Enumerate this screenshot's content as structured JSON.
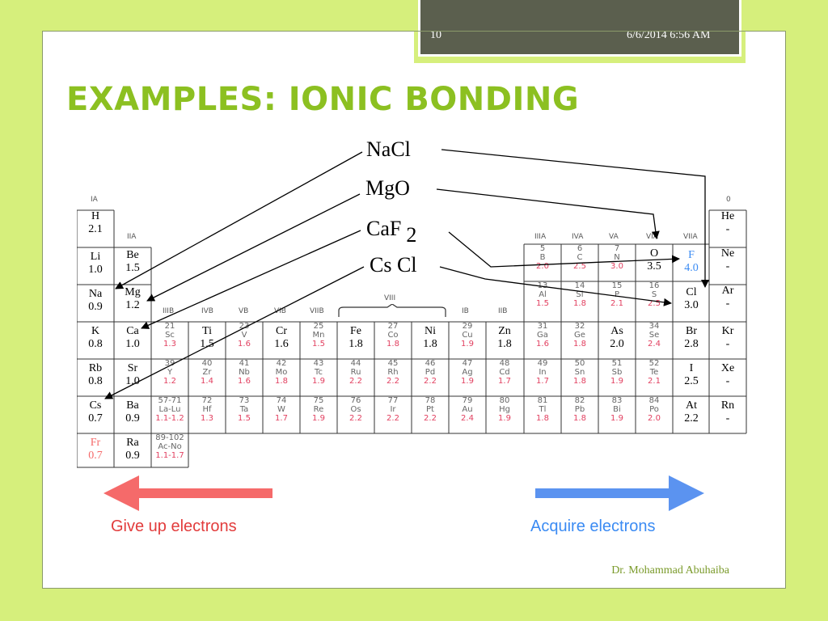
{
  "header": {
    "slide_number": "10",
    "datetime": "6/6/2014 6:56 AM"
  },
  "title": "EXAMPLES:  IONIC BONDING",
  "compounds": {
    "nacl": "NaCl",
    "mgo": "MgO",
    "caf": "CaF",
    "caf_sub": "2",
    "cscl": "Cs Cl"
  },
  "group_labels": {
    "ia": "IA",
    "iia": "IIA",
    "iiib": "IIIB",
    "ivb": "IVB",
    "vb": "VB",
    "vib": "VIB",
    "viib": "VIIB",
    "viii": "VIII",
    "ib": "IB",
    "iib": "IIB",
    "iiia": "IIIA",
    "iva": "IVA",
    "va": "VA",
    "via": "VIA",
    "viia": "VIIA",
    "zero": "0"
  },
  "elements": {
    "H": {
      "symbol": "H",
      "en": "2.1"
    },
    "Li": {
      "symbol": "Li",
      "en": "1.0"
    },
    "Be": {
      "symbol": "Be",
      "en": "1.5"
    },
    "Na": {
      "symbol": "Na",
      "en": "0.9"
    },
    "Mg": {
      "symbol": "Mg",
      "en": "1.2"
    },
    "K": {
      "symbol": "K",
      "en": "0.8"
    },
    "Ca": {
      "symbol": "Ca",
      "en": "1.0"
    },
    "Rb": {
      "symbol": "Rb",
      "en": "0.8"
    },
    "Sr": {
      "symbol": "Sr",
      "en": "1.0"
    },
    "Cs": {
      "symbol": "Cs",
      "en": "0.7"
    },
    "Ba": {
      "symbol": "Ba",
      "en": "0.9"
    },
    "Fr": {
      "symbol": "Fr",
      "en": "0.7"
    },
    "Ra": {
      "symbol": "Ra",
      "en": "0.9"
    },
    "Ti": {
      "symbol": "Ti",
      "en": "1.5"
    },
    "Cr": {
      "symbol": "Cr",
      "en": "1.6"
    },
    "Fe": {
      "symbol": "Fe",
      "en": "1.8"
    },
    "Ni": {
      "symbol": "Ni",
      "en": "1.8"
    },
    "Zn": {
      "symbol": "Zn",
      "en": "1.8"
    },
    "As": {
      "symbol": "As",
      "en": "2.0"
    },
    "O": {
      "symbol": "O",
      "en": "3.5"
    },
    "F": {
      "symbol": "F",
      "en": "4.0"
    },
    "Cl": {
      "symbol": "Cl",
      "en": "3.0"
    },
    "Br": {
      "symbol": "Br",
      "en": "2.8"
    },
    "I": {
      "symbol": "I",
      "en": "2.5"
    },
    "At": {
      "symbol": "At",
      "en": "2.2"
    },
    "He": {
      "symbol": "He",
      "en": "-"
    },
    "Ne": {
      "symbol": "Ne",
      "en": "-"
    },
    "Ar": {
      "symbol": "Ar",
      "en": "-"
    },
    "Kr": {
      "symbol": "Kr",
      "en": "-"
    },
    "Xe": {
      "symbol": "Xe",
      "en": "-"
    },
    "Rn": {
      "symbol": "Rn",
      "en": "-"
    }
  },
  "faint_cells": {
    "B": {
      "num": "5",
      "sym": "B",
      "en": "2.0"
    },
    "C": {
      "num": "6",
      "sym": "C",
      "en": "2.5"
    },
    "N": {
      "num": "7",
      "sym": "N",
      "en": "3.0"
    },
    "Al": {
      "num": "13",
      "sym": "Al",
      "en": "1.5"
    },
    "Si": {
      "num": "14",
      "sym": "Si",
      "en": "1.8"
    },
    "P": {
      "num": "15",
      "sym": "P",
      "en": "2.1"
    },
    "S": {
      "num": "16",
      "sym": "S",
      "en": "2.5"
    },
    "Sc": {
      "num": "21",
      "sym": "Sc",
      "en": "1.3"
    },
    "V": {
      "num": "23",
      "sym": "V",
      "en": "1.6"
    },
    "Mn": {
      "num": "25",
      "sym": "Mn",
      "en": "1.5"
    },
    "Co": {
      "num": "27",
      "sym": "Co",
      "en": "1.8"
    },
    "Cu": {
      "num": "29",
      "sym": "Cu",
      "en": "1.9"
    },
    "Ga": {
      "num": "31",
      "sym": "Ga",
      "en": "1.6"
    },
    "Ge": {
      "num": "32",
      "sym": "Ge",
      "en": "1.8"
    },
    "Se": {
      "num": "34",
      "sym": "Se",
      "en": "2.4"
    },
    "Y": {
      "num": "39",
      "sym": "Y",
      "en": "1.2"
    },
    "Zr": {
      "num": "40",
      "sym": "Zr",
      "en": "1.4"
    },
    "Nb": {
      "num": "41",
      "sym": "Nb",
      "en": "1.6"
    },
    "Mo": {
      "num": "42",
      "sym": "Mo",
      "en": "1.8"
    },
    "Tc": {
      "num": "43",
      "sym": "Tc",
      "en": "1.9"
    },
    "Ru": {
      "num": "44",
      "sym": "Ru",
      "en": "2.2"
    },
    "Rh": {
      "num": "45",
      "sym": "Rh",
      "en": "2.2"
    },
    "Pd": {
      "num": "46",
      "sym": "Pd",
      "en": "2.2"
    },
    "Ag": {
      "num": "47",
      "sym": "Ag",
      "en": "1.9"
    },
    "Cd": {
      "num": "48",
      "sym": "Cd",
      "en": "1.7"
    },
    "In": {
      "num": "49",
      "sym": "In",
      "en": "1.7"
    },
    "Sn": {
      "num": "50",
      "sym": "Sn",
      "en": "1.8"
    },
    "Sb": {
      "num": "51",
      "sym": "Sb",
      "en": "1.9"
    },
    "Te": {
      "num": "52",
      "sym": "Te",
      "en": "2.1"
    },
    "La": {
      "num": "57-71",
      "sym": "La-Lu",
      "en": "1.1-1.2"
    },
    "Hf": {
      "num": "72",
      "sym": "Hf",
      "en": "1.3"
    },
    "Ta": {
      "num": "73",
      "sym": "Ta",
      "en": "1.5"
    },
    "W": {
      "num": "74",
      "sym": "W",
      "en": "1.7"
    },
    "Re": {
      "num": "75",
      "sym": "Re",
      "en": "1.9"
    },
    "Os": {
      "num": "76",
      "sym": "Os",
      "en": "2.2"
    },
    "Ir": {
      "num": "77",
      "sym": "Ir",
      "en": "2.2"
    },
    "Pt": {
      "num": "78",
      "sym": "Pt",
      "en": "2.2"
    },
    "Au": {
      "num": "79",
      "sym": "Au",
      "en": "2.4"
    },
    "Hg": {
      "num": "80",
      "sym": "Hg",
      "en": "1.9"
    },
    "Tl": {
      "num": "81",
      "sym": "Tl",
      "en": "1.8"
    },
    "Pb": {
      "num": "82",
      "sym": "Pb",
      "en": "1.8"
    },
    "Bi": {
      "num": "83",
      "sym": "Bi",
      "en": "1.9"
    },
    "Po": {
      "num": "84",
      "sym": "Po",
      "en": "2.0"
    },
    "Ac": {
      "num": "89-102",
      "sym": "Ac-No",
      "en": "1.1-1.7"
    }
  },
  "arrows": {
    "left_label": "Give up electrons",
    "right_label": "Acquire electrons",
    "left_color": "#f56a6a",
    "right_color": "#5b93f0"
  },
  "footer": "Dr. Mohammad Abuhaiba"
}
